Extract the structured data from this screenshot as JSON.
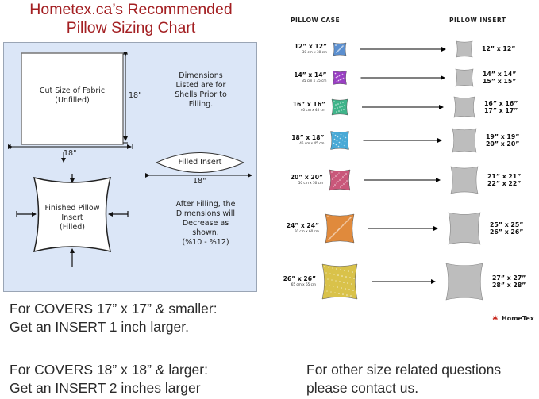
{
  "title": {
    "line1": "Hometex.ca’s Recommended",
    "line2": "Pillow Sizing Chart"
  },
  "diagram": {
    "cut_label": "Cut Size of Fabric\n(Unfilled)",
    "dim_18_vertical": "18\"",
    "dim_18_horizontal": "18\"",
    "dimensions_note": "Dimensions\nListed are for\nShells Prior to\nFilling.",
    "filled_insert_label": "Filled Insert",
    "dim_18_insert": "18\"",
    "finished_label": "Finished Pillow\nInsert\n(Filled)",
    "after_filling_note": "After Filling, the\nDimensions will\nDecrease as\nshown.\n(%10 - %12)"
  },
  "notes": {
    "covers_small_l1": "For COVERS 17” x 17” & smaller:",
    "covers_small_l2": "Get an INSERT 1 inch larger.",
    "covers_large_l1": "For COVERS 18” x 18” & larger:",
    "covers_large_l2": "Get an INSERT 2 inches larger",
    "contact_l1": "For other size related questions",
    "contact_l2": "please contact us."
  },
  "chart": {
    "header_case": "PILLOW CASE",
    "header_insert": "PILLOW INSERT",
    "rows": [
      {
        "case": "12” x 12”",
        "cm": "30 cm x 30 cm",
        "insert1": "12” x 12”",
        "insert2": "",
        "color": "#5b8fcf"
      },
      {
        "case": "14” x 14”",
        "cm": "35 cm x 35 cm",
        "insert1": "14” x 14”",
        "insert2": "15” x 15”",
        "color": "#9a3fc4"
      },
      {
        "case": "16” x 16”",
        "cm": "40 cm x 40 cm",
        "insert1": "16” x 16”",
        "insert2": "17” x 17”",
        "color": "#3fb48a"
      },
      {
        "case": "18” x 18”",
        "cm": "45 cm x 45 cm",
        "insert1": "19” x 19”",
        "insert2": "20” x 20”",
        "color": "#49a9d6"
      },
      {
        "case": "20” x 20”",
        "cm": "50 cm x 50 cm",
        "insert1": "21” x 21”",
        "insert2": "22” x 22”",
        "color": "#c9577a"
      },
      {
        "case": "24” x 24”",
        "cm": "60 cm x 60 cm",
        "insert1": "25” x 25”",
        "insert2": "26” x 26”",
        "color": "#e08a3c"
      },
      {
        "case": "26” x 26”",
        "cm": "65 cm x 65 cm",
        "insert1": "27” x 27”",
        "insert2": "28” x 28”",
        "color": "#d9c24a"
      }
    ],
    "brand": "HomeTex",
    "colors": {
      "insert_fill": "#bdbdbd",
      "arrow": "#000000",
      "brand_leaf": "#c8281e"
    }
  }
}
